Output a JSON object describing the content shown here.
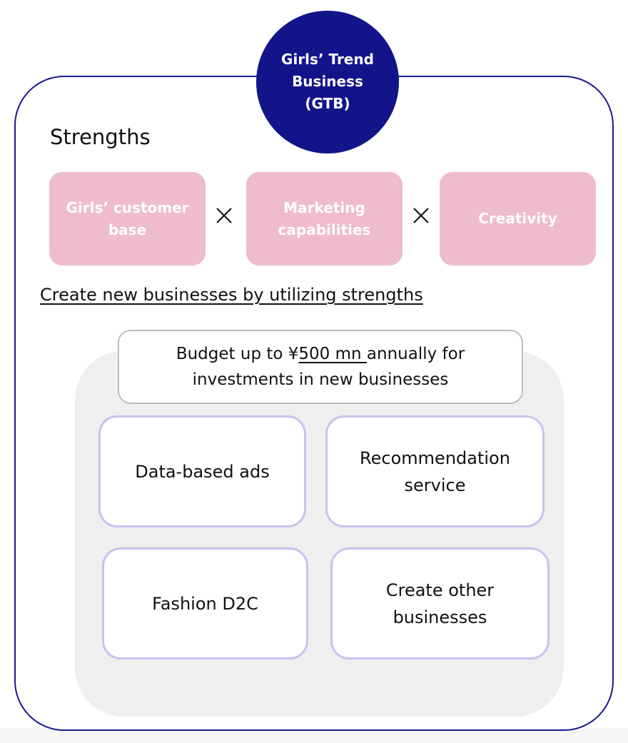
{
  "gtb": {
    "lines": [
      "Girls’ Trend",
      "Business",
      "(GTB)"
    ]
  },
  "strengths": {
    "title": "Strengths",
    "items": [
      {
        "lines": [
          "Girls’ customer",
          "base"
        ]
      },
      {
        "lines": [
          "Marketing",
          "capabilities"
        ]
      },
      {
        "lines": [
          "Creativity"
        ]
      }
    ],
    "operator_icon": "times-icon",
    "box_color": "#efbccb"
  },
  "new_business": {
    "heading": "Create new businesses by utilizing strengths",
    "budget": {
      "prefix": "Budget up to ¥",
      "amount": "500 mn ",
      "suffix": "annually for",
      "line2": "investments in new businesses"
    },
    "cards": [
      {
        "lines": [
          "Data-based ads"
        ]
      },
      {
        "lines": [
          "Recommendation",
          "service"
        ]
      },
      {
        "lines": [
          "Fashion D2C"
        ]
      },
      {
        "lines": [
          "Create other",
          "businesses"
        ]
      }
    ]
  },
  "colors": {
    "navy": "#13138a",
    "frame_border": "#1a1a8f",
    "pink": "#efbccb",
    "card_border": "#c9c1f0",
    "panel_grey": "#efefef"
  }
}
